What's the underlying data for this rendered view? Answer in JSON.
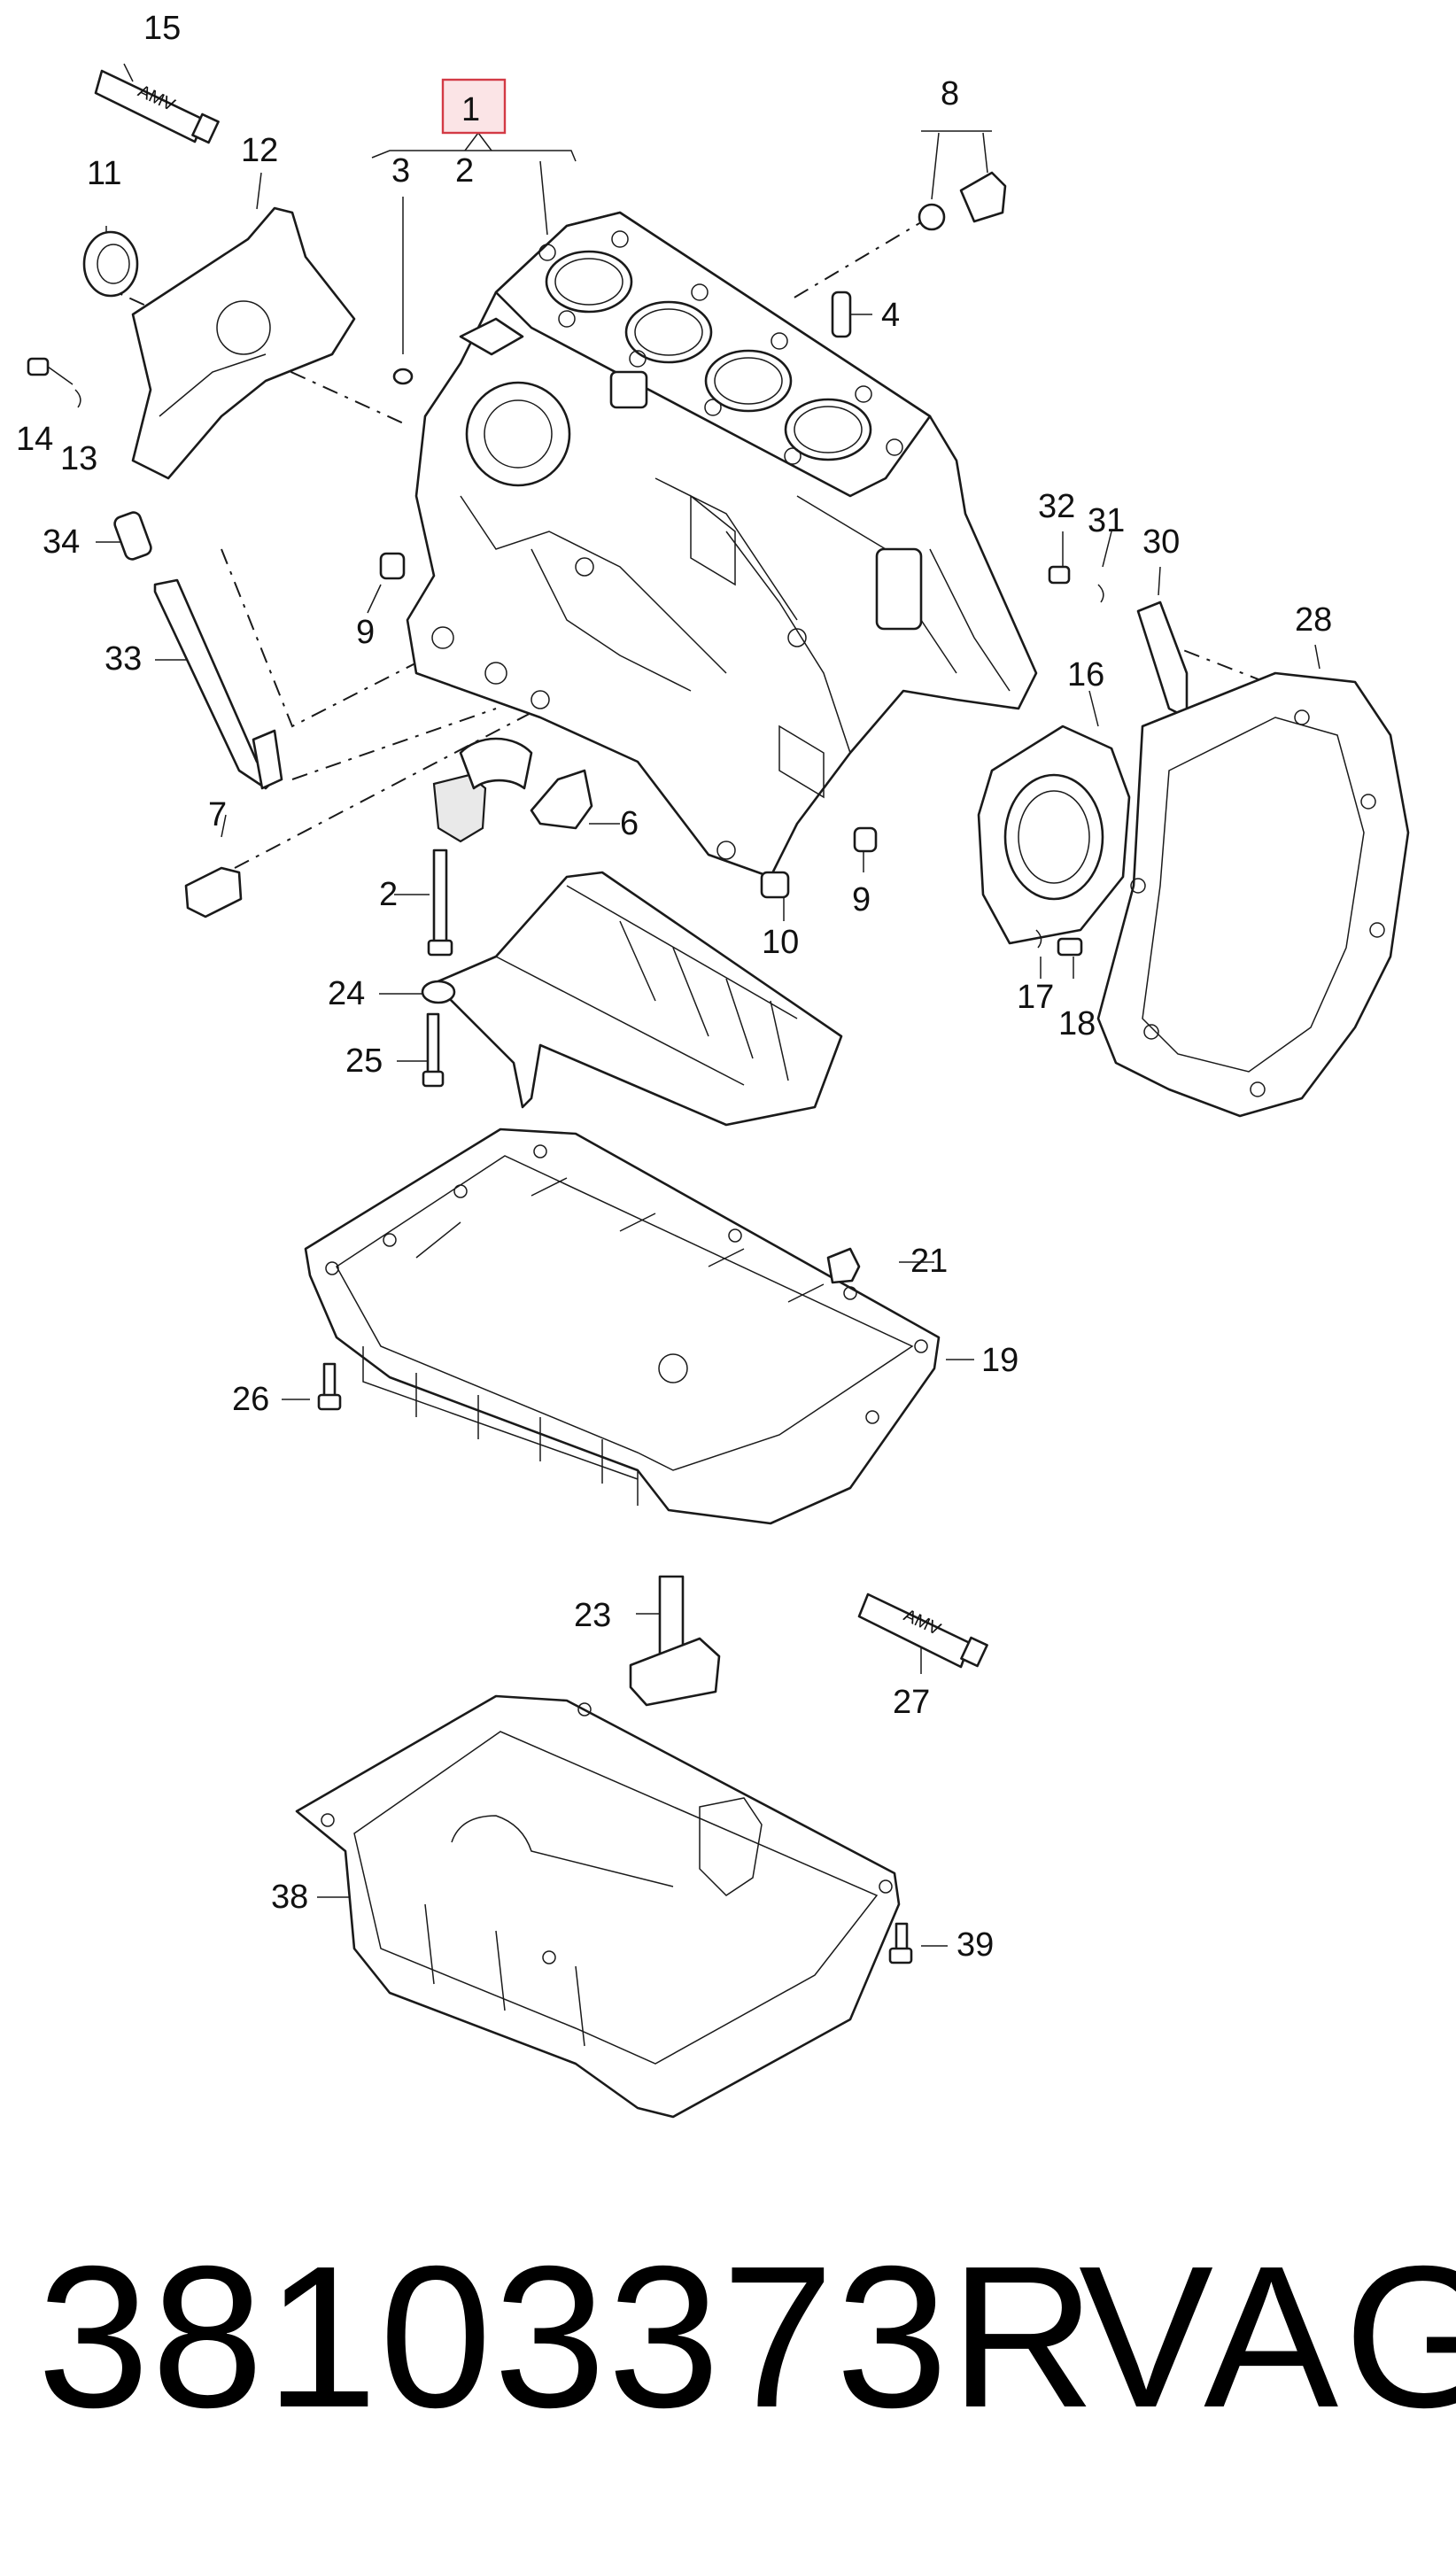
{
  "diagram": {
    "callouts": {
      "c1": "1",
      "c2a": "2",
      "c3": "3",
      "c2b": "2",
      "c4": "4",
      "c6": "6",
      "c7": "7",
      "c8": "8",
      "c9a": "9",
      "c9b": "9",
      "c10": "10",
      "c11": "11",
      "c12": "12",
      "c13": "13",
      "c14": "14",
      "c15": "15",
      "c16": "16",
      "c17": "17",
      "c18": "18",
      "c19": "19",
      "c21": "21",
      "c23": "23",
      "c24": "24",
      "c25": "25",
      "c26": "26",
      "c27": "27",
      "c28": "28",
      "c30": "30",
      "c31": "31",
      "c32": "32",
      "c33": "33",
      "c34": "34",
      "c38": "38",
      "c39": "39"
    },
    "tube_label": "AMV",
    "highlight_color": "#d33a45"
  },
  "footer": {
    "part_number": "38103373R",
    "brand": "VAG"
  }
}
